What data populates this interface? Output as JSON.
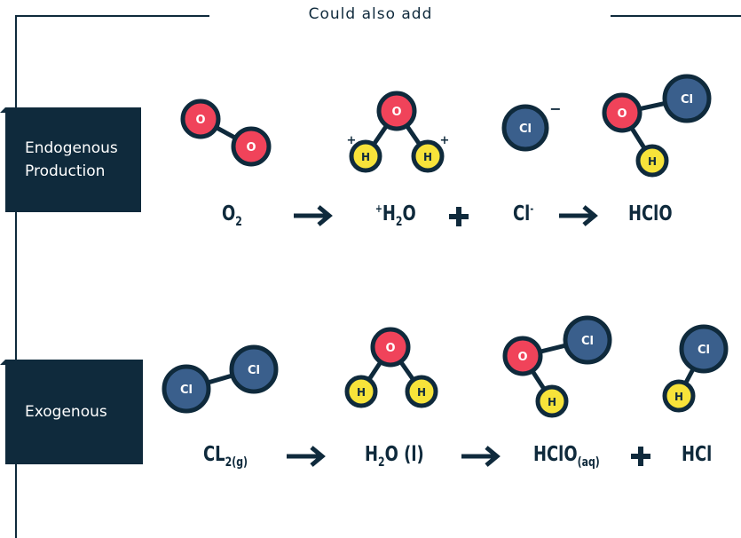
{
  "header": {
    "title": "Could also add"
  },
  "rows": [
    {
      "label": "Endogenous\nProduction"
    },
    {
      "label": "Exogenous"
    }
  ],
  "atoms": {
    "oxygen": "O",
    "hydrogen": "H",
    "chlorine": "Cl"
  },
  "charges": {
    "plus": "+",
    "minus": "−"
  },
  "endogenous": {
    "f1_main": "O",
    "f1_sub": "2",
    "f2_sup": "+",
    "f2_a": "H",
    "f2_sub": "2",
    "f2_b": "O",
    "f3_main": "Cl",
    "f3_sup": "-",
    "f4_main": "HClO",
    "arrow": "→",
    "plus": "+"
  },
  "exogenous": {
    "f1_main": "CL",
    "f1_sub": "2(g)",
    "f2_a": "H",
    "f2_sub": "2",
    "f2_b": "O (l)",
    "f3_main": "HClO",
    "f3_sub": "(aq)",
    "f4_main": "HCl",
    "arrow": "→",
    "plus": "+"
  },
  "colors": {
    "navy": "#0f2a3c",
    "oxygen": "#f0435a",
    "hydrogen": "#f7e33a",
    "chlorine": "#3a5f8c",
    "bond": "#0f2a3c"
  }
}
